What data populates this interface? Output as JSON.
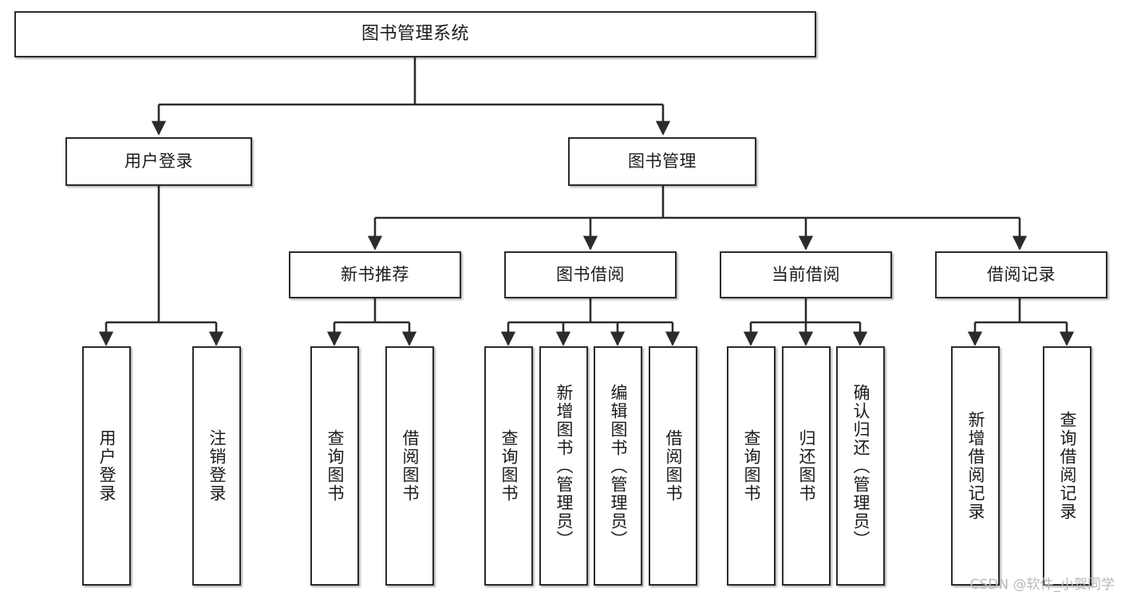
{
  "diagram": {
    "type": "tree-hierarchy-chart",
    "title": "图书管理系统",
    "watermark": "CSDN @软件_小贺同学",
    "colors": {
      "stroke": "#2b2b2b",
      "fill": "#ffffff",
      "text": "#1b1b1b",
      "watermark": "#b9b9b9"
    },
    "nodes": {
      "root": {
        "label": "图书管理系统",
        "level": 0,
        "orientation": "horizontal"
      },
      "user_login": {
        "label": "用户登录",
        "level": 1,
        "orientation": "horizontal"
      },
      "book_manage": {
        "label": "图书管理",
        "level": 1,
        "orientation": "horizontal"
      },
      "new_book_rec": {
        "label": "新书推荐",
        "level": 2,
        "orientation": "horizontal"
      },
      "book_borrow": {
        "label": "图书借阅",
        "level": 2,
        "orientation": "horizontal"
      },
      "current_borrow": {
        "label": "当前借阅",
        "level": 2,
        "orientation": "horizontal"
      },
      "borrow_record": {
        "label": "借阅记录",
        "level": 2,
        "orientation": "horizontal"
      },
      "leaf_user_login": {
        "label": "用户登录",
        "level": 3,
        "orientation": "vertical"
      },
      "leaf_logout": {
        "label": "注销登录",
        "level": 3,
        "orientation": "vertical"
      },
      "leaf_query_book_1": {
        "label": "查询图书",
        "level": 3,
        "orientation": "vertical"
      },
      "leaf_borrow_book_1": {
        "label": "借阅图书",
        "level": 3,
        "orientation": "vertical"
      },
      "leaf_query_book_2": {
        "label": "查询图书",
        "level": 3,
        "orientation": "vertical"
      },
      "leaf_add_book": {
        "label": "新增图书（管理员）",
        "level": 3,
        "orientation": "vertical"
      },
      "leaf_edit_book": {
        "label": "编辑图书（管理员）",
        "level": 3,
        "orientation": "vertical"
      },
      "leaf_borrow_book_2": {
        "label": "借阅图书",
        "level": 3,
        "orientation": "vertical"
      },
      "leaf_query_book_3": {
        "label": "查询图书",
        "level": 3,
        "orientation": "vertical"
      },
      "leaf_return_book": {
        "label": "归还图书",
        "level": 3,
        "orientation": "vertical"
      },
      "leaf_confirm_return": {
        "label": "确认归还（管理员）",
        "level": 3,
        "orientation": "vertical"
      },
      "leaf_add_record": {
        "label": "新增借阅记录",
        "level": 3,
        "orientation": "vertical"
      },
      "leaf_query_record": {
        "label": "查询借阅记录",
        "level": 3,
        "orientation": "vertical"
      }
    },
    "edges": [
      {
        "from": "root",
        "to": "user_login"
      },
      {
        "from": "root",
        "to": "book_manage"
      },
      {
        "from": "user_login",
        "to": "leaf_user_login"
      },
      {
        "from": "user_login",
        "to": "leaf_logout"
      },
      {
        "from": "book_manage",
        "to": "new_book_rec"
      },
      {
        "from": "book_manage",
        "to": "book_borrow"
      },
      {
        "from": "book_manage",
        "to": "current_borrow"
      },
      {
        "from": "book_manage",
        "to": "borrow_record"
      },
      {
        "from": "new_book_rec",
        "to": "leaf_query_book_1"
      },
      {
        "from": "new_book_rec",
        "to": "leaf_borrow_book_1"
      },
      {
        "from": "book_borrow",
        "to": "leaf_query_book_2"
      },
      {
        "from": "book_borrow",
        "to": "leaf_add_book"
      },
      {
        "from": "book_borrow",
        "to": "leaf_edit_book"
      },
      {
        "from": "book_borrow",
        "to": "leaf_borrow_book_2"
      },
      {
        "from": "current_borrow",
        "to": "leaf_query_book_3"
      },
      {
        "from": "current_borrow",
        "to": "leaf_return_book"
      },
      {
        "from": "current_borrow",
        "to": "leaf_confirm_return"
      },
      {
        "from": "borrow_record",
        "to": "leaf_add_record"
      },
      {
        "from": "borrow_record",
        "to": "leaf_query_record"
      }
    ]
  }
}
